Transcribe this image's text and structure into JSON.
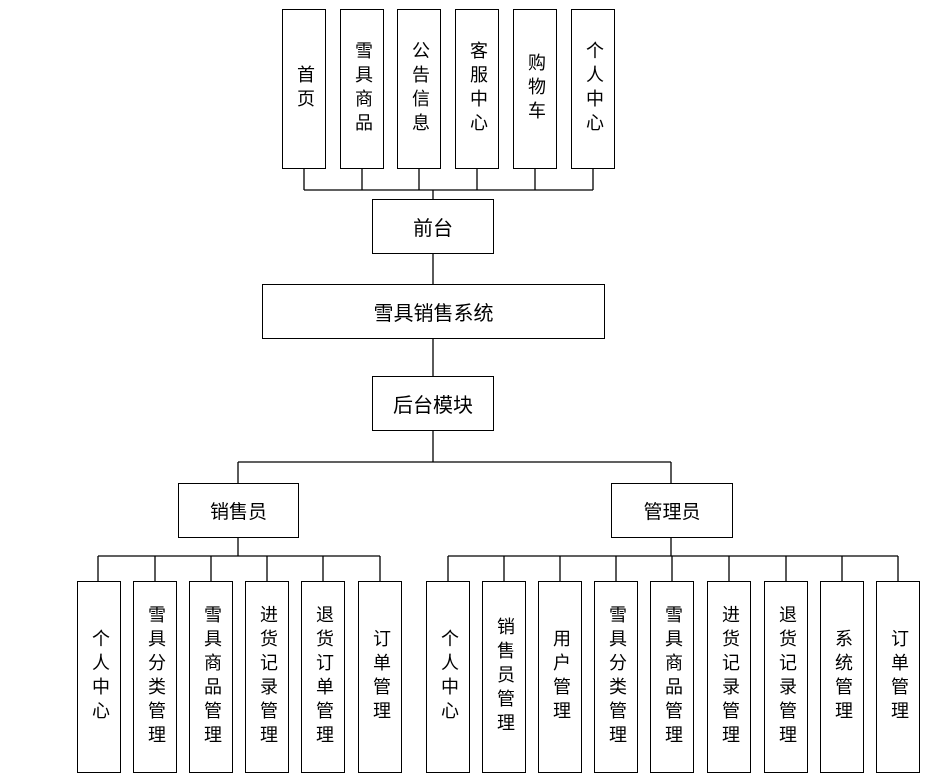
{
  "root": {
    "label": "雪具销售系统"
  },
  "frontend": {
    "label": "前台",
    "items": [
      {
        "label": "首页"
      },
      {
        "label": "雪具商品"
      },
      {
        "label": "公告信息"
      },
      {
        "label": "客服中心"
      },
      {
        "label": "购物车"
      },
      {
        "label": "个人中心"
      }
    ]
  },
  "backend": {
    "label": "后台模块",
    "sales": {
      "label": "销售员",
      "items": [
        {
          "label": "个人中心"
        },
        {
          "label": "雪具分类管理"
        },
        {
          "label": "雪具商品管理"
        },
        {
          "label": "进货记录管理"
        },
        {
          "label": "退货订单管理"
        },
        {
          "label": "订单管理"
        }
      ]
    },
    "admin": {
      "label": "管理员",
      "items": [
        {
          "label": "个人中心"
        },
        {
          "label": "销售员管理"
        },
        {
          "label": "用户管理"
        },
        {
          "label": "雪具分类管理"
        },
        {
          "label": "雪具商品管理"
        },
        {
          "label": "进货记录管理"
        },
        {
          "label": "退货记录管理"
        },
        {
          "label": "系统管理"
        },
        {
          "label": "订单管理"
        }
      ]
    }
  }
}
